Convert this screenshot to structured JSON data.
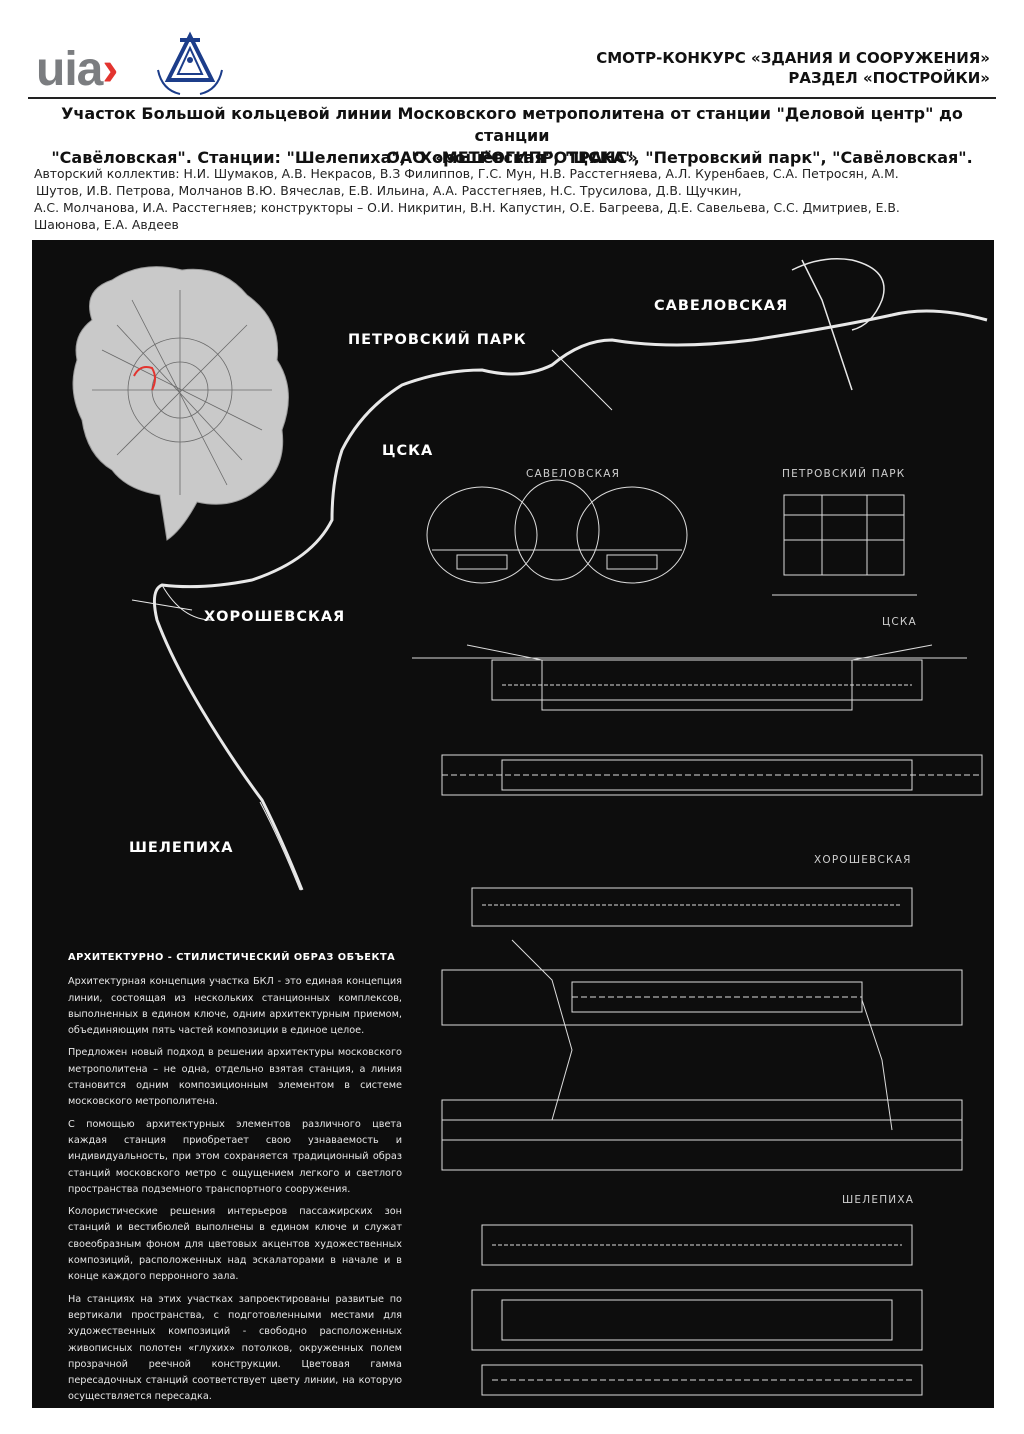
{
  "header": {
    "logo_text": "uia",
    "contest_line1": "СМОТР-КОНКУРС «ЗДАНИЯ И СООРУЖЕНИЯ»",
    "contest_line2": "РАЗДЕЛ «ПОСТРОЙКИ»"
  },
  "project": {
    "title_line1": "Участок Большой кольцевой линии Московского метрополитена от станции \"Деловой центр\" до станции",
    "title_line2": "\"Савёловская\". Станции: \"Шелепиха\", \"Хорошёвская\", \"ЦСКА\", \"Петровский парк\", \"Савёловская\".",
    "organization": "ОАО «МЕТРОГИПРОТРАНС»",
    "authors_line1": "Авторский коллектив: Н.И. Шумаков, А.В. Некрасов, В.З Филиппов, Г.С. Мун, Н.В. Расстегняева, А.Л. Куренбаев, С.А. Петросян, А.М.",
    "authors_line2": "Шутов, И.В. Петрова, Молчанов В.Ю. Вячеслав, Е.В. Ильина, А.А. Расстегняев, Н.С. Трусилова, Д.В. Щучкин,",
    "authors_line3": "А.С. Молчанова, И.А. Расстегняев; конструкторы – О.И. Никритин, В.Н. Капустин, О.Е. Багреева, Д.Е. Савельева, С.С. Дмитриев, Е.В.",
    "authors_line4": "Шаюнова, Е.А. Авдеев"
  },
  "map_labels": {
    "savelovskaya": "САВЕЛОВСКАЯ",
    "petrovsky_park": "ПЕТРОВСКИЙ ПАРК",
    "cska": "ЦСКА",
    "khoroshevskaya": "ХОРОШЕВСКАЯ",
    "shelepikha": "ШЕЛЕПИХА"
  },
  "drawing_labels": {
    "savelovskaya": "САВЕЛОВСКАЯ",
    "petrovsky_park": "ПЕТРОВСКИЙ ПАРК",
    "cska": "ЦСКА",
    "khoroshevskaya": "ХОРОШЕВСКАЯ",
    "shelepikha": "ШЕЛЕПИХА"
  },
  "description": {
    "heading": "АРХИТЕКТУРНО - СТИЛИСТИЧЕСКИЙ ОБРАЗ ОБЪЕКТА",
    "p1": "Архитектурная концепция участка БКЛ - это единая концепция линии, состоящая из нескольких  станционных комплексов, выполненных в едином ключе, одним архитектурным приемом, объединяющим пять частей композиции в единое целое.",
    "p2": "Предложен новый подход в решении архитектуры московского метрополитена – не одна, отдельно взятая станция, а линия становится одним композиционным элементом в системе московского метрополитена.",
    "p3": "С помощью архитектурных элементов различного цвета каждая станция приобретает свою узнаваемость и индивидуальность, при этом сохраняется традиционный образ станций московского метро с ощущением легкого и светлого пространства подземного транспортного сооружения.",
    "p4": "Колористические решения интерьеров пассажирских зон станций и вестибюлей выполнены в едином ключе и служат своеобразным фоном для цветовых акцентов художественных композиций, расположенных над эскалаторами в начале и в конце каждого перронного зала.",
    "p5": "На станциях на этих участках запроектированы развитые по вертикали пространства, с подготовленными местами для художественных композиций - свободно расположенных живописных полотен «глухих» потолков, окруженных полем прозрачной реечной конструкции. Цветовая гамма пересадочных станций соответствует цвету линии, на которую осуществляется пересадка."
  },
  "colors": {
    "panel": "#0d0d0d",
    "lines": "#e6e6e6",
    "accent_red": "#e3342f",
    "logo_gray": "#7b7d80"
  }
}
